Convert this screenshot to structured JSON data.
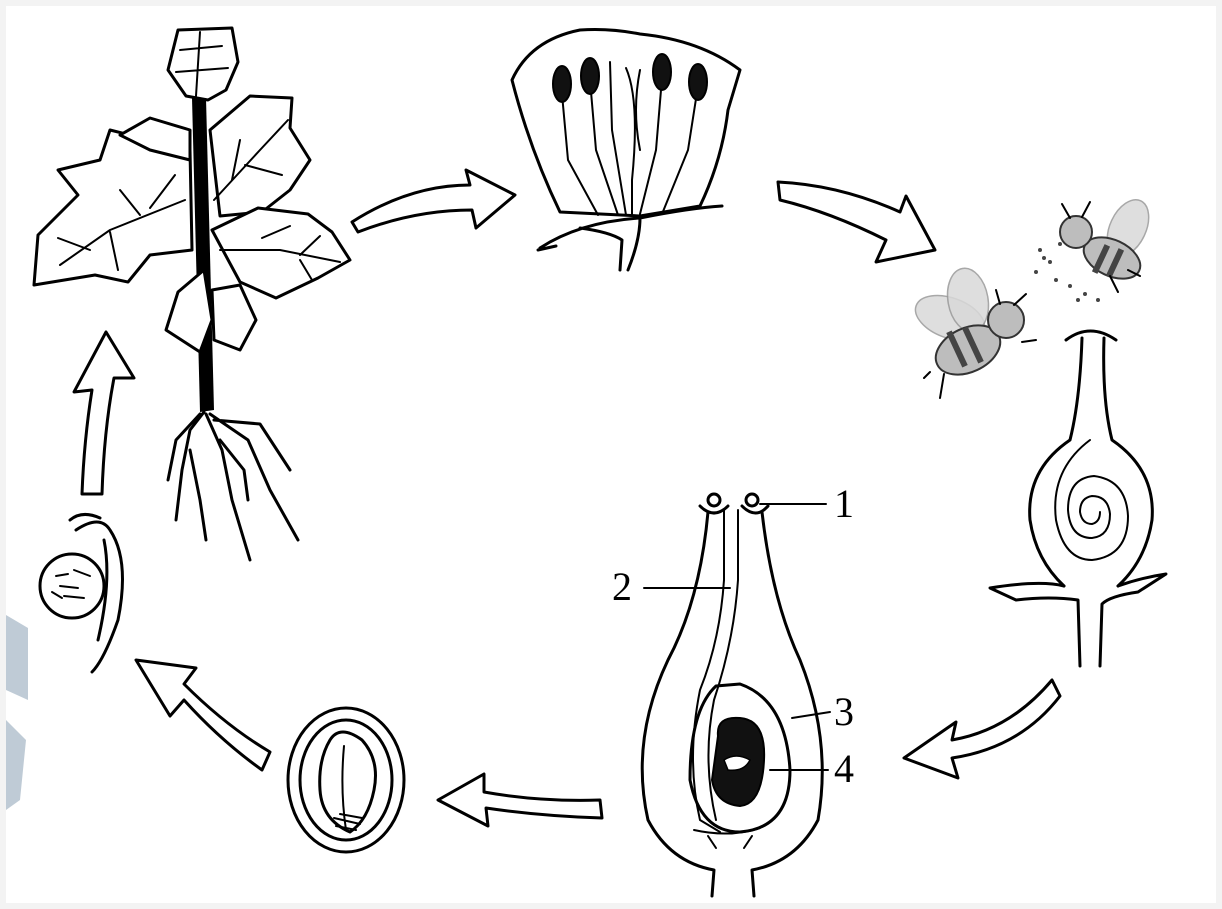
{
  "diagram": {
    "labels": [
      {
        "key": "1",
        "text": "1"
      },
      {
        "key": "2",
        "text": "2"
      },
      {
        "key": "3",
        "text": "3"
      },
      {
        "key": "4",
        "text": "4"
      }
    ],
    "stages": [
      "plant",
      "flower",
      "pollination",
      "pistil",
      "ovary",
      "seed",
      "germination"
    ],
    "colors": {
      "line": "#000000",
      "background": "#ffffff",
      "bee_wing": "#d9d9d9",
      "bee_body": "#bdbdbd"
    }
  }
}
